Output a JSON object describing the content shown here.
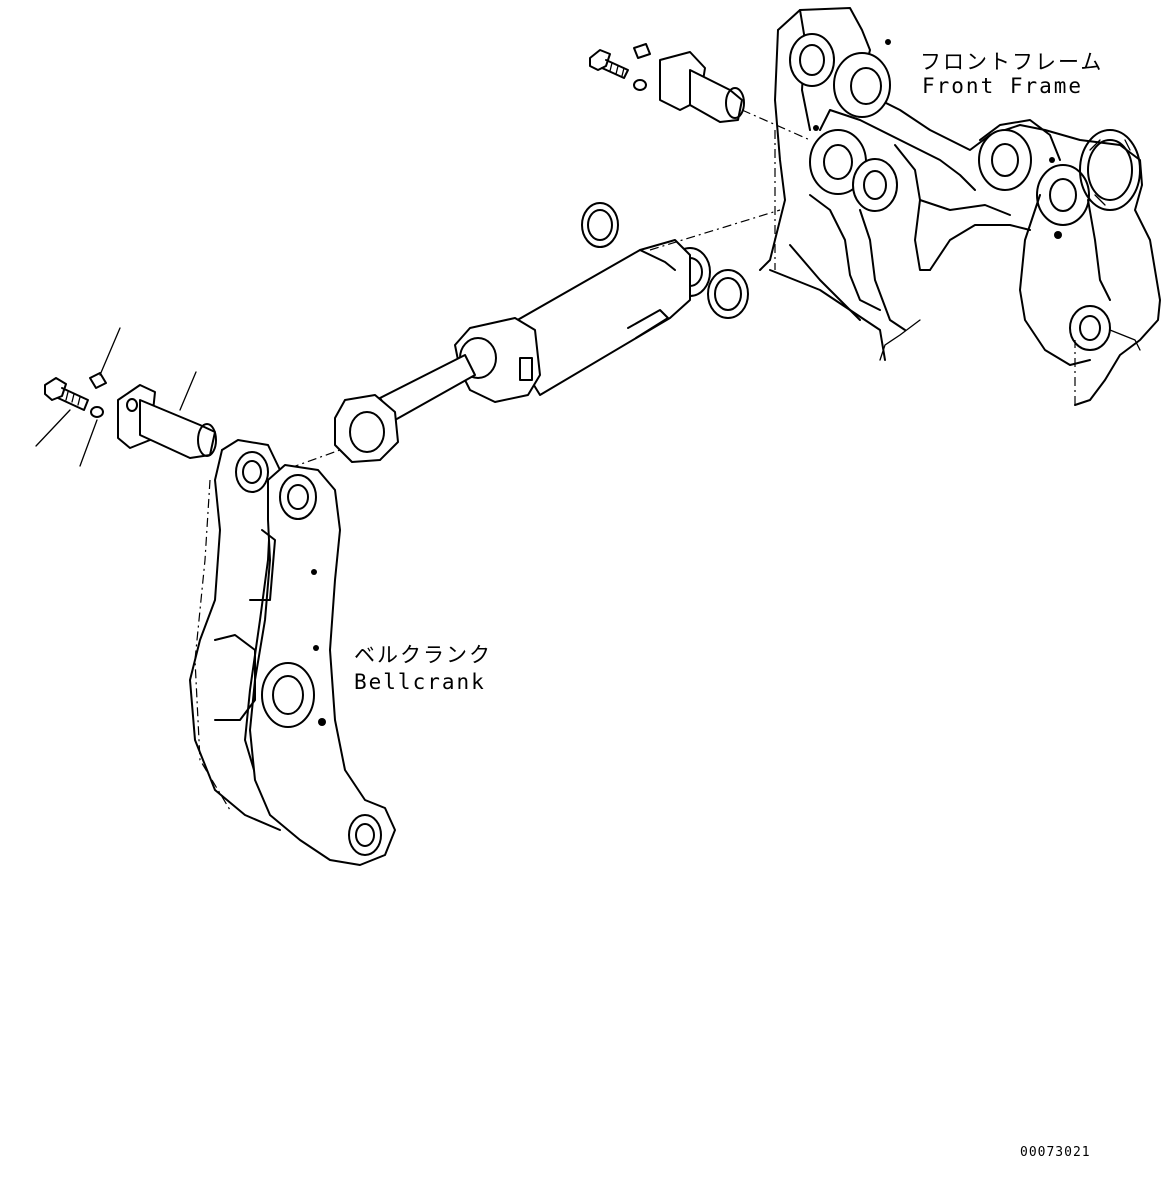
{
  "labels": {
    "front_frame_jp": "フロントフレーム",
    "front_frame_en": "Front Frame",
    "bellcrank_jp": "ベルクランク",
    "bellcrank_en": "Bellcrank"
  },
  "document_id": "00073021"
}
